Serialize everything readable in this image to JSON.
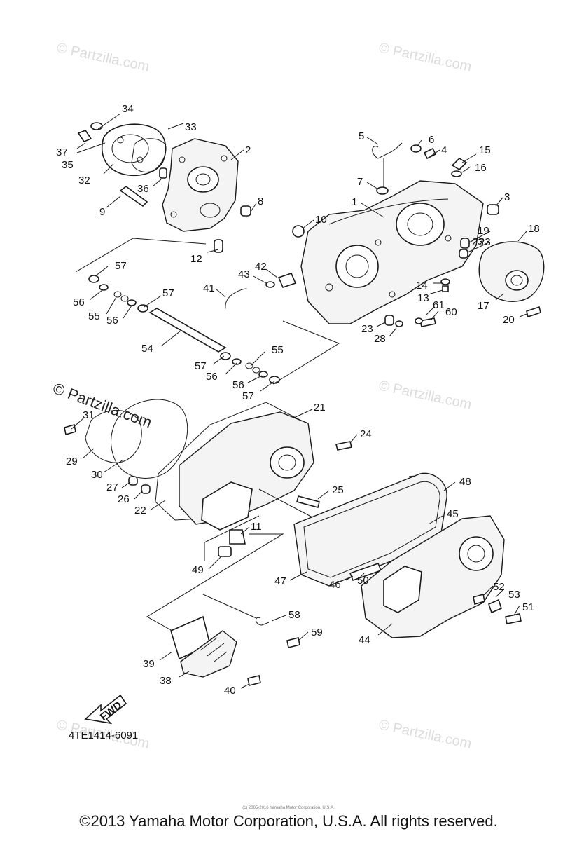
{
  "watermark": "© Partzilla.com",
  "diagram_code": "4TE1414-6091",
  "fwd_label": "FWD",
  "copyright": "©2013 Yamaha Motor Corporation, U.S.A. All rights reserved.",
  "fine_print": "(c) 2005-2016 Yamaha Motor Corporation, U.S.A.",
  "callouts": [
    "1",
    "2",
    "3",
    "4",
    "5",
    "6",
    "7",
    "8",
    "9",
    "10",
    "11",
    "12",
    "13",
    "14",
    "15",
    "16",
    "17",
    "18",
    "19",
    "20",
    "21",
    "22",
    "23",
    "23",
    "23",
    "24",
    "25",
    "26",
    "27",
    "28",
    "29",
    "30",
    "31",
    "32",
    "33",
    "34",
    "35",
    "36",
    "37",
    "38",
    "39",
    "40",
    "41",
    "42",
    "43",
    "44",
    "45",
    "46",
    "47",
    "48",
    "49",
    "50",
    "51",
    "52",
    "53",
    "54",
    "55",
    "55",
    "56",
    "56",
    "56",
    "56",
    "57",
    "57",
    "57",
    "57",
    "58",
    "59",
    "60",
    "61"
  ]
}
